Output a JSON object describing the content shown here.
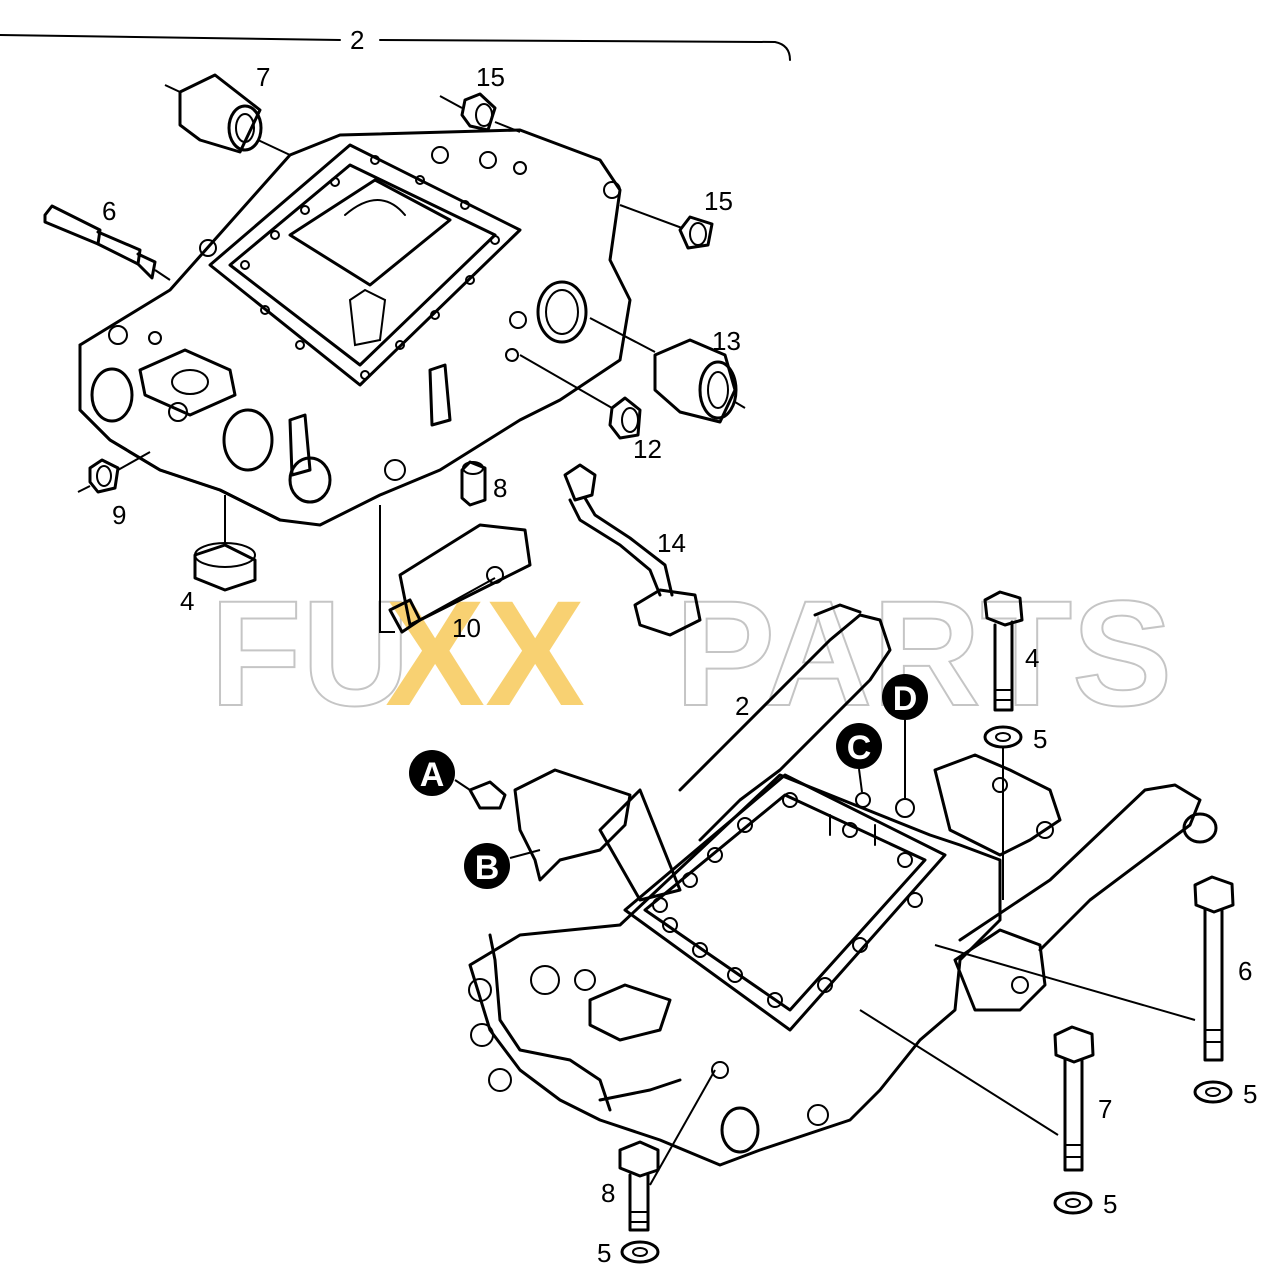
{
  "watermark": {
    "part1": "FU",
    "part2": "XX",
    "part3": "PARTS",
    "accent": "#f7c95a"
  },
  "callouts": {
    "c2_top": "2",
    "c7_top": "7",
    "c15_a": "15",
    "c15_b": "15",
    "c6_top": "6",
    "c13": "13",
    "c12": "12",
    "c9": "9",
    "c8_top": "8",
    "c14": "14",
    "c4_top": "4",
    "c10": "10",
    "c2_lower": "2",
    "c4_bolt": "4",
    "c5_a": "5",
    "c6_bolt": "6",
    "c5_b": "5",
    "c7_bolt": "7",
    "c5_c": "5",
    "c8_bolt": "8",
    "c5_d": "5"
  },
  "markers": {
    "A": "A",
    "B": "B",
    "C": "C",
    "D": "D"
  }
}
